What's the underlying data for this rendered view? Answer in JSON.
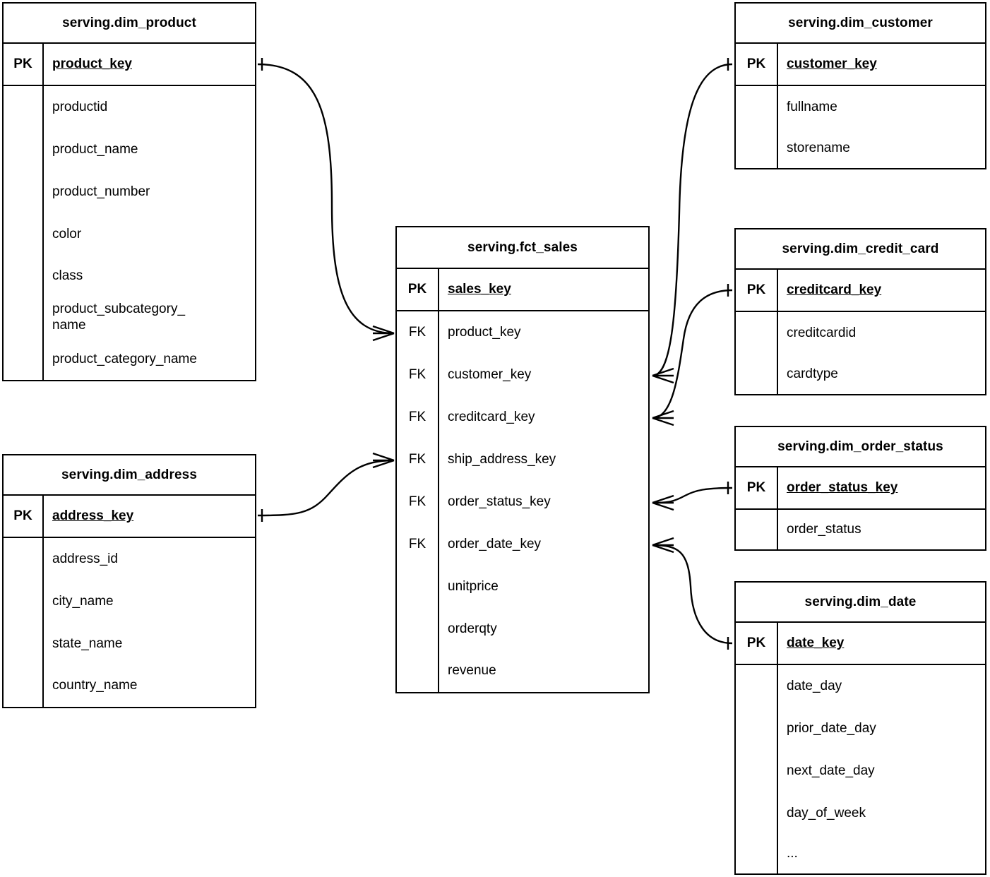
{
  "diagram": {
    "type": "entity-relationship-diagram",
    "notation": "crow's-foot",
    "line_color": "#000000",
    "background_color": "#ffffff",
    "key_labels": {
      "pk": "PK",
      "fk": "FK"
    }
  },
  "entities": [
    {
      "id": "dim_product",
      "title": "serving.dim_product",
      "keys": [
        {
          "marker": "PK",
          "name": "product_key"
        }
      ],
      "attributes": [
        "productid",
        "product_name",
        "product_number",
        "color",
        "class",
        "product_subcategory_\nname",
        "product_category_name"
      ]
    },
    {
      "id": "dim_address",
      "title": "serving.dim_address",
      "keys": [
        {
          "marker": "PK",
          "name": "address_key"
        }
      ],
      "attributes": [
        "address_id",
        "city_name",
        "state_name",
        "country_name"
      ]
    },
    {
      "id": "fct_sales",
      "title": "serving.fct_sales",
      "keys": [
        {
          "marker": "PK",
          "name": "sales_key"
        },
        {
          "marker": "FK",
          "name": "product_key"
        },
        {
          "marker": "FK",
          "name": "customer_key"
        },
        {
          "marker": "FK",
          "name": "creditcard_key"
        },
        {
          "marker": "FK",
          "name": "ship_address_key"
        },
        {
          "marker": "FK",
          "name": "order_status_key"
        },
        {
          "marker": "FK",
          "name": "order_date_key"
        }
      ],
      "attributes": [
        "unitprice",
        "orderqty",
        "revenue"
      ]
    },
    {
      "id": "dim_customer",
      "title": "serving.dim_customer",
      "keys": [
        {
          "marker": "PK",
          "name": "customer_key"
        }
      ],
      "attributes": [
        "fullname",
        "storename"
      ]
    },
    {
      "id": "dim_credit_card",
      "title": "serving.dim_credit_card",
      "keys": [
        {
          "marker": "PK",
          "name": "creditcard_key"
        }
      ],
      "attributes": [
        "creditcardid",
        "cardtype"
      ]
    },
    {
      "id": "dim_order_status",
      "title": "serving.dim_order_status",
      "keys": [
        {
          "marker": "PK",
          "name": "order_status_key"
        }
      ],
      "attributes": [
        "order_status"
      ]
    },
    {
      "id": "dim_date",
      "title": "serving.dim_date",
      "keys": [
        {
          "marker": "PK",
          "name": "date_key"
        }
      ],
      "attributes": [
        "date_day",
        "prior_date_day",
        "next_date_day",
        "day_of_week",
        "..."
      ]
    }
  ],
  "relationships": [
    {
      "from": "dim_product.product_key",
      "to": "fct_sales.product_key",
      "from_cardinality": "one",
      "to_cardinality": "many"
    },
    {
      "from": "dim_address.address_key",
      "to": "fct_sales.ship_address_key",
      "from_cardinality": "one",
      "to_cardinality": "many"
    },
    {
      "from": "dim_customer.customer_key",
      "to": "fct_sales.customer_key",
      "from_cardinality": "one",
      "to_cardinality": "many"
    },
    {
      "from": "dim_credit_card.creditcard_key",
      "to": "fct_sales.creditcard_key",
      "from_cardinality": "one",
      "to_cardinality": "many"
    },
    {
      "from": "dim_order_status.order_status_key",
      "to": "fct_sales.order_status_key",
      "from_cardinality": "one",
      "to_cardinality": "many"
    },
    {
      "from": "dim_date.date_key",
      "to": "fct_sales.order_date_key",
      "from_cardinality": "one",
      "to_cardinality": "many"
    }
  ]
}
